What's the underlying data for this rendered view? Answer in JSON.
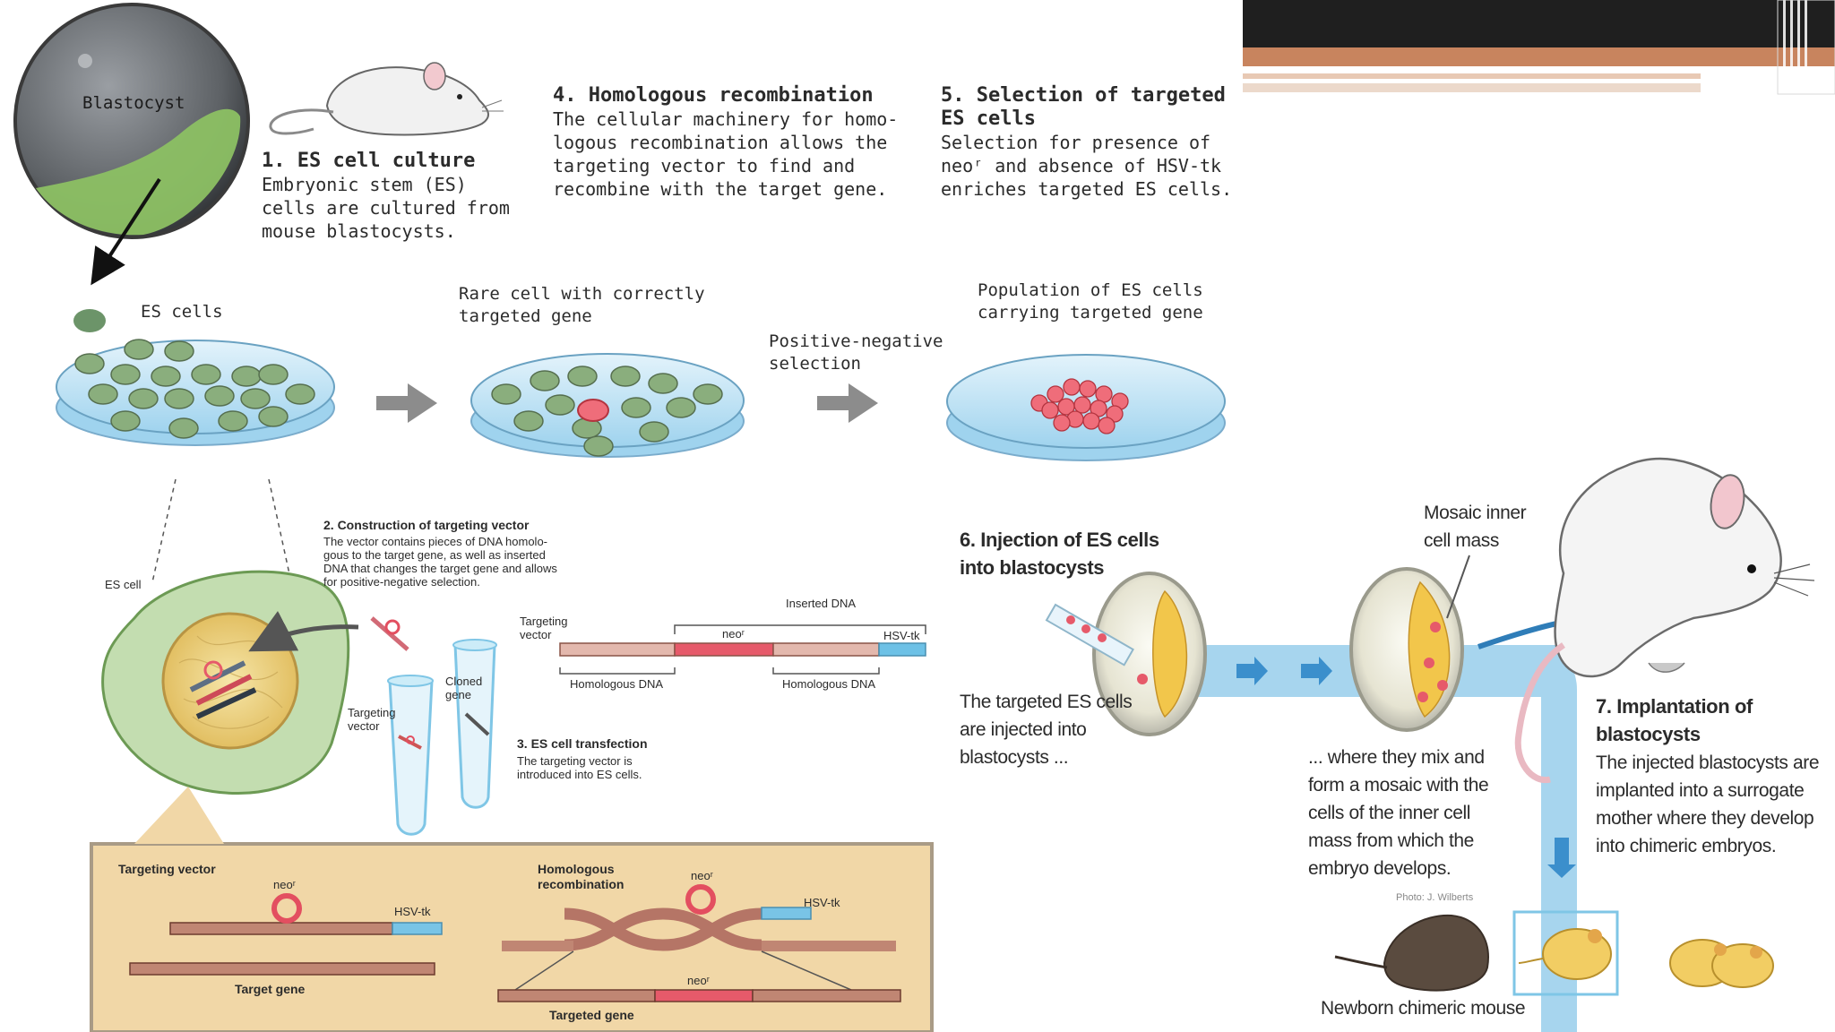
{
  "decor": {
    "bar_dark": "#1f1f1f",
    "bar_accent": "#c8845e",
    "bar_light": "#e8c9b4"
  },
  "blastocyst_label": "Blastocyst",
  "steps": {
    "s1": {
      "title": "1. ES cell culture",
      "body": "Embryonic stem (ES)\ncells are cultured from\nmouse blastocysts."
    },
    "s4": {
      "title": "4. Homologous recombination",
      "body": "The cellular machinery for homo-\nlogous recombination allows the\ntargeting vector to find and\nrecombine with the target gene."
    },
    "s5": {
      "title": "5. Selection of targeted\nES cells",
      "body": "Selection for presence of\nneoʳ and absence of HSV-tk\nenriches targeted ES cells."
    },
    "s2": {
      "title": "2. Construction of targeting vector",
      "body": "The vector contains pieces of DNA homolo-\ngous to the target gene, as well as inserted\nDNA that changes the target gene and allows\nfor positive-negative selection."
    },
    "s3": {
      "title": "3. ES cell transfection",
      "body": "The targeting vector is\nintroduced into ES cells."
    },
    "s6": {
      "title": "6. Injection of ES cells\ninto blastocysts",
      "body": "The targeted ES cells\nare injected into\nblastocysts ..."
    },
    "s7": {
      "title": "7. Implantation of\nblastocysts",
      "body": "The injected blastocysts are\nimplanted into a surrogate\nmother where they develop\ninto chimeric embryos."
    }
  },
  "labels": {
    "es_cells": "ES cells",
    "rare_cell": "Rare cell with correctly\ntargeted gene",
    "pos_neg": "Positive-negative\nselection",
    "population": "Population of ES cells\ncarrying targeted gene",
    "es_cell_small": "ES cell",
    "targeting_vector": "Targeting\nvector",
    "cloned_gene": "Cloned\ngene",
    "targeting_vector_tube": "Targeting\nvector",
    "inserted_dna": "Inserted DNA",
    "neo_r": "neoʳ",
    "hsv_tk": "HSV-tk",
    "homologous_dna_left": "Homologous DNA",
    "homologous_dna_right": "Homologous DNA",
    "mosaic_inner": "Mosaic inner\ncell mass",
    "where_they_mix": "... where they mix and\nform a mosaic with the\ncells of the inner cell\nmass from which the\nembryo develops.",
    "photo_credit": "Photo: J. Wilberts",
    "newborn": "Newborn chimeric mouse"
  },
  "inset": {
    "targeting_vector": "Targeting vector",
    "neo_left": "neoʳ",
    "hsv_left": "HSV-tk",
    "target_gene": "Target gene",
    "homologous_recombination": "Homologous\nrecombination",
    "neo_right": "neoʳ",
    "hsv_right": "HSV-tk",
    "neo_bottom": "neoʳ",
    "targeted_gene": "Targeted gene"
  }
}
